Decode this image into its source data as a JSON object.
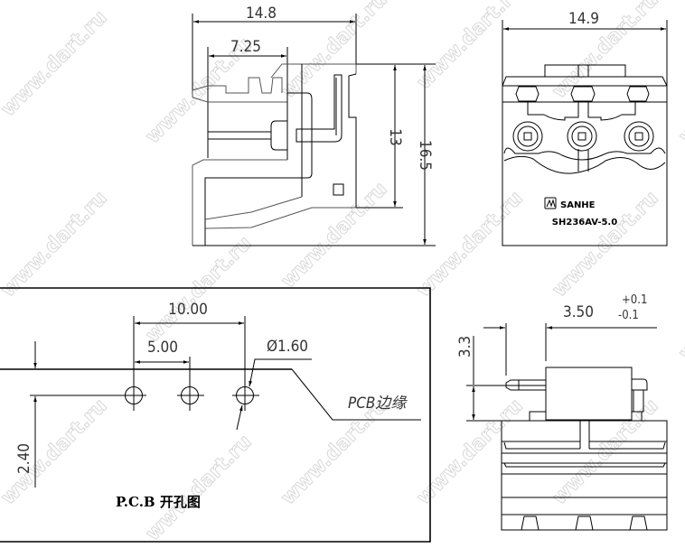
{
  "watermark": "www.dart.ru",
  "side_view": {
    "width_dim": "14.8",
    "pin_dim": "7.25",
    "height_dim_a": "13",
    "height_dim_b": "16.5"
  },
  "front_view": {
    "width_dim": "14.9",
    "brand": "SANHE",
    "model": "SH236AV-5.0"
  },
  "pcb_view": {
    "pitch_total": "10.00",
    "pitch": "5.00",
    "hole_diameter": "Ø1.60",
    "edge_offset": "2.40",
    "edge_label": "PCB边缘",
    "title": "P.C.B  开孔图"
  },
  "bottom_view": {
    "pin_dim": "3.50",
    "tol_plus": "+0.1",
    "tol_minus": "-0.1",
    "height_dim": "3.3"
  }
}
